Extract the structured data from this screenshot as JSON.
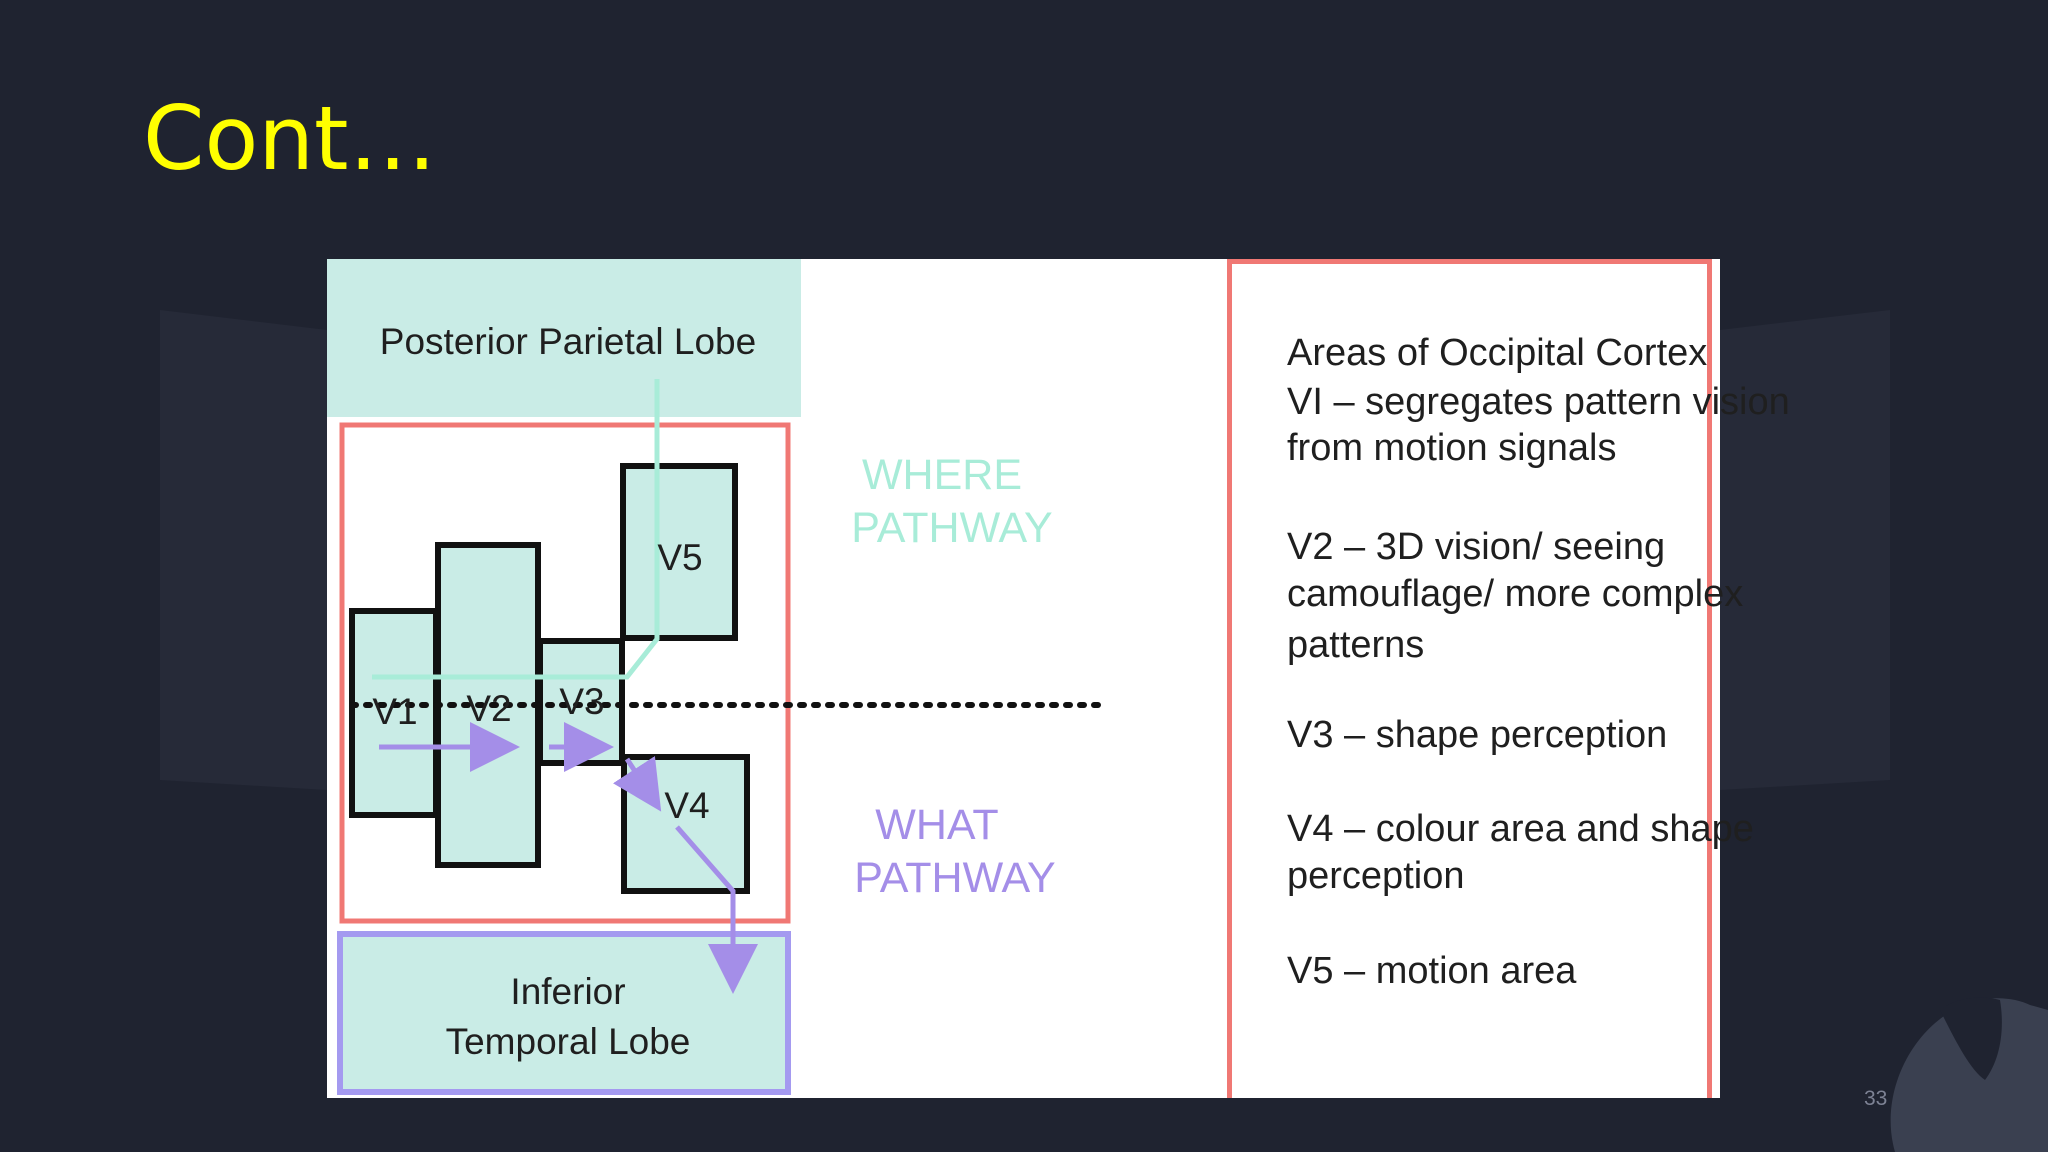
{
  "slide": {
    "title": "Cont…",
    "page_number": "33"
  },
  "colors": {
    "background": "#1f2330",
    "title": "#ffff00",
    "lobe_fill": "#c9ece6",
    "where_pathway": "#a8ecd8",
    "what_pathway": "#a48ee8",
    "red_border": "#f07874",
    "purple_border": "#a49af0"
  },
  "diagram": {
    "parietal_lobe": "Posterior Parietal Lobe",
    "temporal_lobe_line1": "Inferior",
    "temporal_lobe_line2": "Temporal Lobe",
    "where_line1": "WHERE",
    "where_line2": "PATHWAY",
    "what_line1": "WHAT",
    "what_line2": "PATHWAY",
    "areas": {
      "v1": "V1",
      "v2": "V2",
      "v3": "V3",
      "v4": "V4",
      "v5": "V5"
    }
  },
  "info": {
    "heading": "Areas of Occipital Cortex",
    "v1_line1": "VI – segregates pattern vision",
    "v1_line2": "from motion signals",
    "v2_line1": "V2 – 3D vision/ seeing",
    "v2_line2": "camouflage/ more complex",
    "v2_line3": "patterns",
    "v3": "V3 –  shape perception",
    "v4_line1": "V4 – colour area and shape",
    "v4_line2": "perception",
    "v5": "V5 – motion area"
  }
}
